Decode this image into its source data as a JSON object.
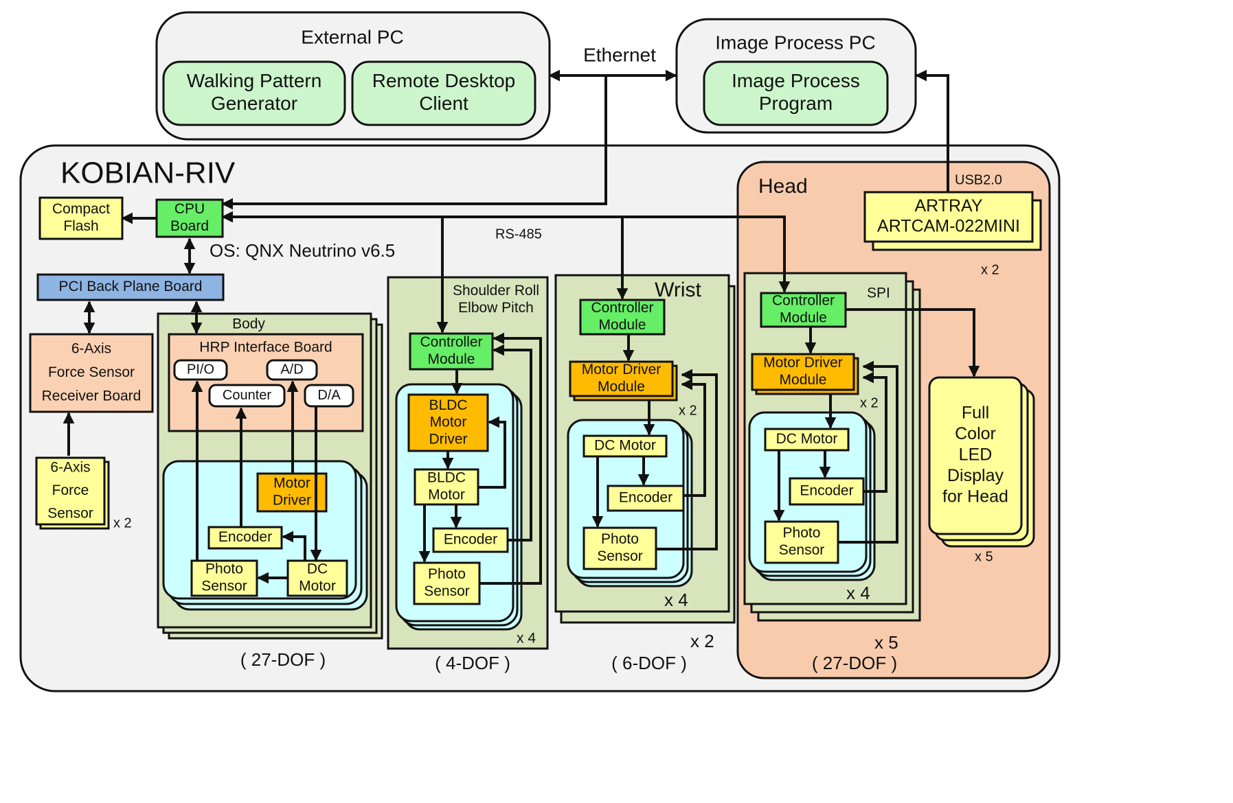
{
  "colors": {
    "outer_gray": "#f2f2f2",
    "head_fill": "#f8cbad",
    "module_green": "#66ee66",
    "software_green": "#ccf5cc",
    "driver_orange": "#ffbb00",
    "component_yellow": "#ffff99",
    "loop_cyan": "#ccffff",
    "stack_olive": "#d8e4bc",
    "pci_blue": "#8eb4e3",
    "board_peach": "#fad1b3"
  },
  "external_pc": {
    "title": "External PC",
    "software": [
      "Walking Pattern|Generator",
      "Remote Desktop|Client"
    ]
  },
  "image_pc": {
    "title": "Image Process PC",
    "software": "Image Process|Program"
  },
  "ethernet_label": "Ethernet",
  "kobian": {
    "title": "KOBIAN-RIV"
  },
  "compact_flash": "Compact|Flash",
  "cpu_board": "CPU|Board",
  "os_label": "OS: QNX Neutrino v6.5",
  "pci_board": "PCI Back Plane Board",
  "force_receiver": "6-Axis|Force Sensor|Receiver Board",
  "force_sensor": "6-Axis|Force|Sensor",
  "force_sensor_mult": "x 2",
  "rs485_label": "RS-485",
  "body": {
    "title": "Body",
    "interface": "HRP Interface Board",
    "pio": "PI/O",
    "ad": "A/D",
    "counter": "Counter",
    "da": "D/A",
    "motor_driver": "Motor|Driver",
    "encoder": "Encoder",
    "photo_sensor": "Photo|Sensor",
    "dc_motor": "DC|Motor",
    "dof": "( 27-DOF )"
  },
  "shoulder": {
    "title": "Shoulder Roll|Elbow Pitch",
    "controller": "Controller|Module",
    "bldc_driver": "BLDC|Motor|Driver",
    "bldc_motor": "BLDC|Motor",
    "encoder": "Encoder",
    "photo_sensor": "Photo|Sensor",
    "mult": "x 4",
    "dof": "( 4-DOF )"
  },
  "wrist": {
    "title": "Wrist",
    "controller": "Controller|Module",
    "motor_driver": "Motor Driver|Module",
    "driver_mult": "x 2",
    "dc_motor": "DC Motor",
    "encoder": "Encoder",
    "photo_sensor": "Photo|Sensor",
    "inner_mult": "x 4",
    "outer_mult": "x 2",
    "dof": "( 6-DOF )"
  },
  "head": {
    "title": "Head",
    "usb_label": "USB2.0",
    "camera": "ARTRAY|ARTCAM-022MINI",
    "camera_mult": "x 2",
    "spi_label": "SPI",
    "controller": "Controller|Module",
    "motor_driver": "Motor Driver|Module",
    "driver_mult": "x 2",
    "dc_motor": "DC Motor",
    "encoder": "Encoder",
    "photo_sensor": "Photo|Sensor",
    "inner_mult": "x 4",
    "outer_mult": "x 5",
    "led": "Full|Color|LED|Display|for Head",
    "led_mult": "x 5",
    "dof": "( 27-DOF )"
  }
}
